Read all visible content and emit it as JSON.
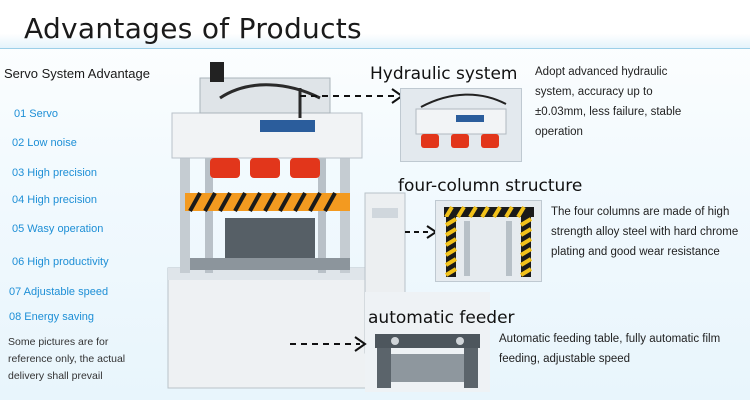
{
  "header": {
    "title": "Advantages of Products"
  },
  "servo": {
    "title": "Servo System Advantage",
    "items": [
      {
        "label": "01 Servo"
      },
      {
        "label": "02 Low noise"
      },
      {
        "label": "03 High precision"
      },
      {
        "label": "04 High precision"
      },
      {
        "label": "05 Wasy operation"
      },
      {
        "label": "06 High productivity"
      },
      {
        "label": "07  Adjustable speed"
      },
      {
        "label": "08 Energy saving"
      }
    ],
    "note": "Some pictures are for reference only, the actual delivery shall prevail"
  },
  "sections": {
    "hydraulic": {
      "title": "Hydraulic system",
      "description": "Adopt advanced hydraulic system, accuracy up to ±0.03mm, less failure, stable operation"
    },
    "column": {
      "title": "four-column structure",
      "description": "The four columns are made of high strength alloy steel with hard chrome plating and good wear resistance"
    },
    "feeder": {
      "title": "automatic feeder",
      "description": "Automatic feeding table, fully automatic film feeding, adjustable speed"
    }
  },
  "colors": {
    "accent": "#1e8fd6",
    "machine_red": "#e2361b",
    "machine_white": "#eef1f3"
  }
}
